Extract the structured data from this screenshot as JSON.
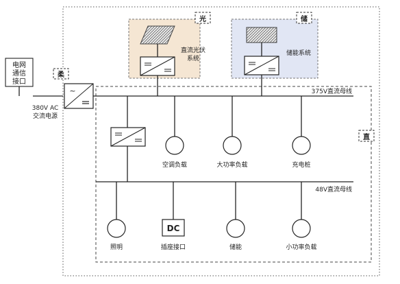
{
  "labels": {
    "grid_comm_line1": "电网",
    "grid_comm_line2": "通信",
    "grid_comm_line3": "接口",
    "flexible_tag": "柔",
    "ac_source_line1": "380V AC",
    "ac_source_line2": "交流电源",
    "pv_tag": "光",
    "pv_system_line1": "直流光伏",
    "pv_system_line2": "系统",
    "storage_tag": "储",
    "storage_system": "储能系统",
    "dc_tag": "直",
    "bus_375": "375V直流母线",
    "bus_48": "48V直流母线",
    "load_ac": "空调负载",
    "load_high_power": "大功率负载",
    "charging_pile": "充电桩",
    "lighting": "照明",
    "dc_symbol": "DC",
    "socket": "插座接口",
    "storage_48": "储能",
    "load_low_power": "小功率负载"
  },
  "colors": {
    "pv_box_fill": "#f5e6d3",
    "storage_box_fill": "#e1e6f4",
    "tag_border": "#333333"
  },
  "icons": {
    "converter": "dc-dc-converter-icon",
    "ac_dc": "ac-dc-converter-icon",
    "load": "circle-load-icon"
  }
}
